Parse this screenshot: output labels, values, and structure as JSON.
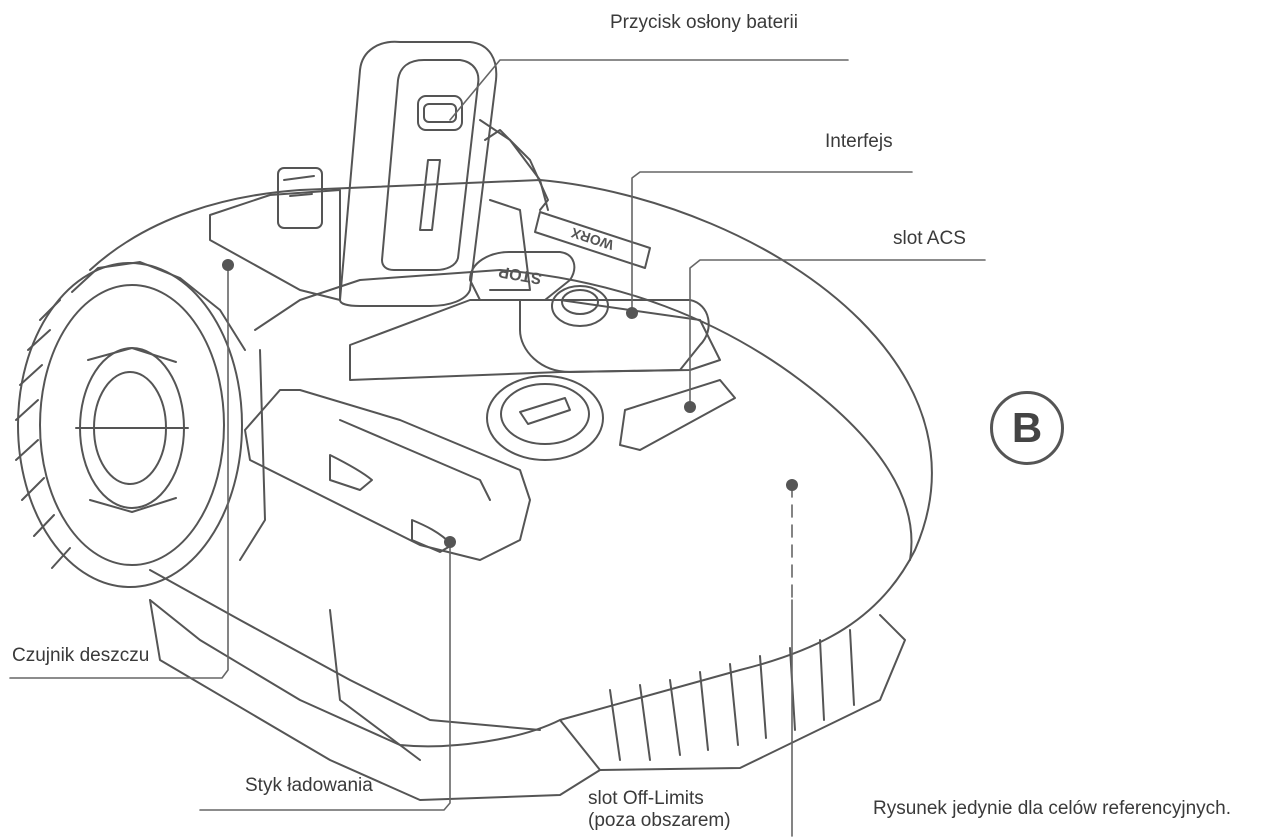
{
  "labels": {
    "battery_cover_button": "Przycisk osłony baterii",
    "interface": "Interfejs",
    "acs_slot": "slot ACS",
    "rain_sensor": "Czujnik deszczu",
    "charging_contact": "Styk ładowania",
    "off_limits_line1": "slot Off-Limits",
    "off_limits_line2": "(poza obszarem)"
  },
  "product": {
    "stop_button": "STOP",
    "brand": "WORX"
  },
  "badge": "B",
  "footnote": "Rysunek jedynie dla celów referencyjnych.",
  "colors": {
    "line": "#555555",
    "text": "#3a3a3a"
  }
}
